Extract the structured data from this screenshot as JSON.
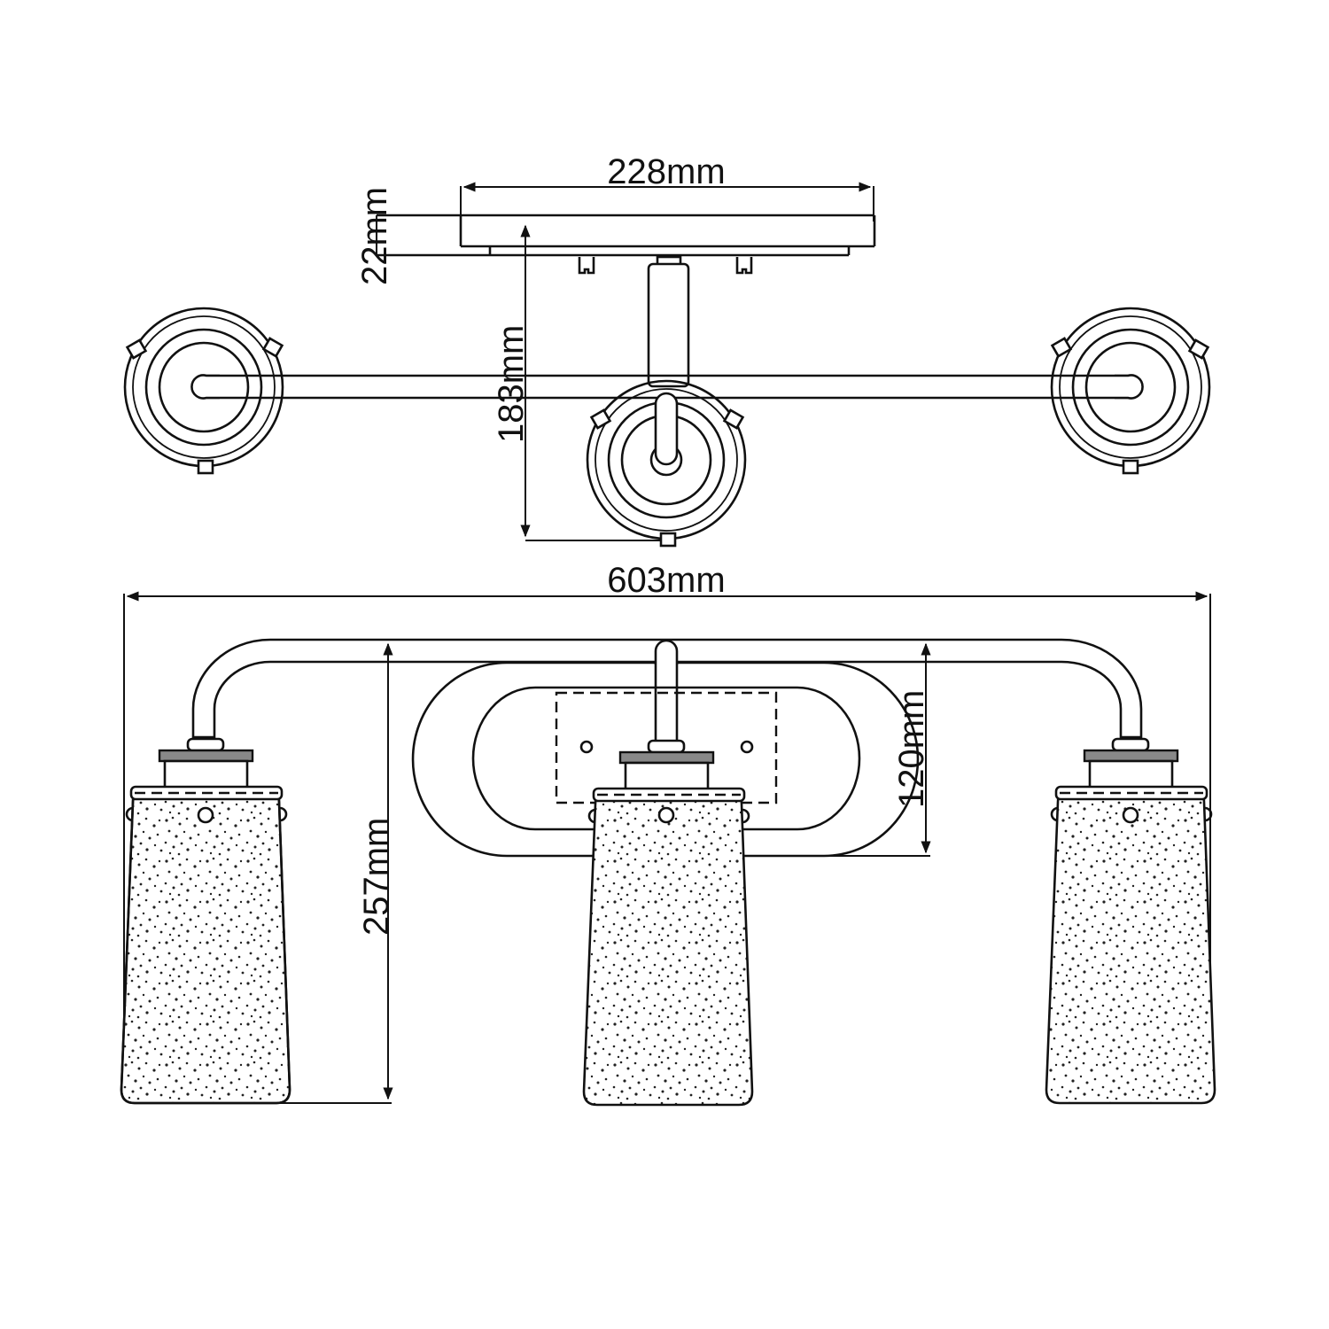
{
  "drawing": {
    "title": "3-light vanity wall fixture dimensional drawing",
    "views": [
      {
        "name": "top-view",
        "description": "Plan view from above showing canopy backplate, arm and three shade rings"
      },
      {
        "name": "front-view",
        "description": "Elevation showing arm, oval backplate and three textured glass shades"
      }
    ]
  },
  "dimensions": {
    "backplate_width": "228mm",
    "backplate_depth": "22mm",
    "projection": "183mm",
    "overall_width": "603mm",
    "overall_height": "257mm",
    "backplate_height": "120mm"
  },
  "colors": {
    "line": "#111111",
    "background": "#ffffff",
    "knurl": "#888888"
  }
}
